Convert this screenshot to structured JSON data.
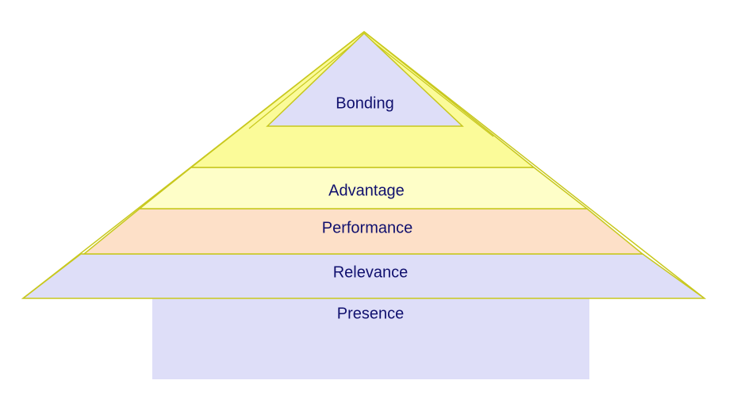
{
  "diagram": {
    "title": "",
    "colors": {
      "outline": "#c8c81e",
      "text": "#10106e",
      "presence_fill": "#dedef8",
      "relevance_fill": "#dedef8",
      "performance_fill": "#fde0c8",
      "advantage_fill": "#fefec8",
      "upper_fill": "#fbfb99",
      "bonding_fill": "#dedef8"
    },
    "layers": [
      {
        "id": "presence",
        "label": "Presence"
      },
      {
        "id": "relevance",
        "label": "Relevance"
      },
      {
        "id": "performance",
        "label": "Performance"
      },
      {
        "id": "advantage",
        "label": "Advantage"
      },
      {
        "id": "bonding",
        "label": "Bonding"
      }
    ]
  }
}
